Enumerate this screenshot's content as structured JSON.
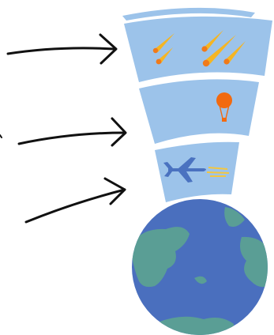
{
  "colors": {
    "background": "#ffffff",
    "layer_fill": "#9cc3ea",
    "earth_ocean": "#4a6fbe",
    "earth_land": "#5a9e95",
    "arrow": "#111111",
    "meteor": "#f5b523",
    "meteor_head": "#f07a1a",
    "balloon": "#f26a10",
    "airplane": "#4a72c0",
    "contrail": "#f3c640"
  },
  "diagram": {
    "layers": [
      {
        "name": "upper-layer",
        "icon": "meteor-icon",
        "count": 5
      },
      {
        "name": "middle-layer",
        "icon": "balloon-icon",
        "count": 1
      },
      {
        "name": "lower-layer",
        "icon": "airplane-icon",
        "count": 1
      }
    ],
    "arrows": 3,
    "base": "earth-icon"
  }
}
